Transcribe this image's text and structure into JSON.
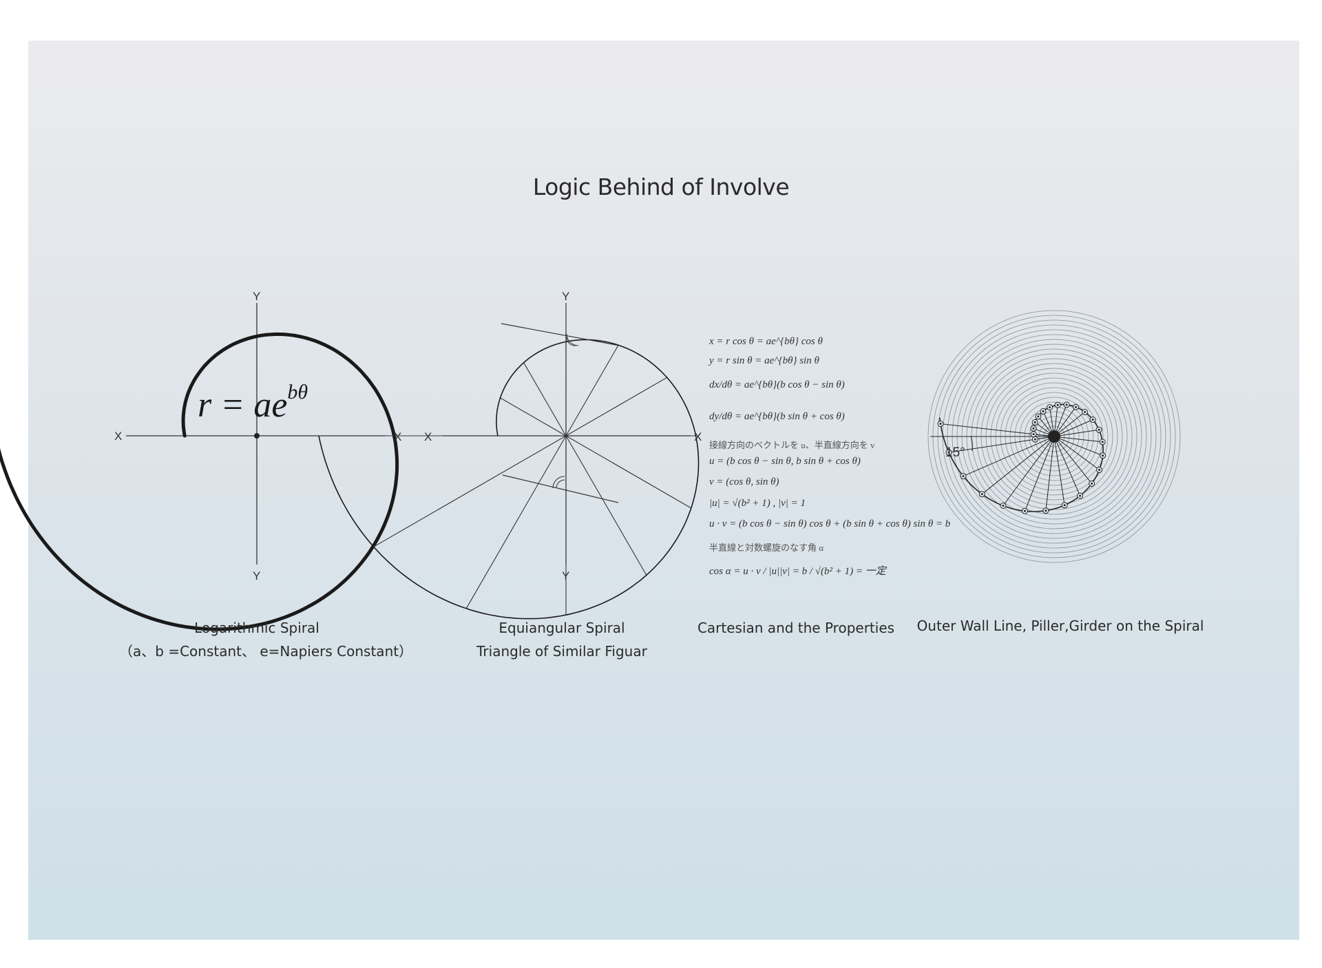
{
  "title": "Logic Behind of Involve",
  "figures": {
    "log_spiral": {
      "formula": "r = ae",
      "formula_exp": "bθ",
      "axis_x_left": "X",
      "axis_x_right": "X",
      "axis_y_top": "Y",
      "axis_y_bottom": "Y",
      "caption_line1": "Logarithmic Spiral",
      "caption_line2": "（a、b =Constant、 e=Napiers Constant）"
    },
    "equiangular": {
      "axis_x_left": "X",
      "axis_x_right": "X",
      "axis_y_top": "Y",
      "axis_y_bottom": "Y",
      "caption_line1": "Equiangular Spiral",
      "caption_line2": "Triangle of Similar Figuar"
    },
    "cartesian": {
      "equations": [
        "x = r cos θ = ae^{bθ} cos θ",
        "y = r sin θ = ae^{bθ} sin θ",
        "dx/dθ = ae^{bθ}(b cos θ − sin θ)",
        "dy/dθ = ae^{bθ}(b sin θ + cos θ)",
        "接線方向のベクトルを u、半直線方向を v",
        "u = (b cos θ − sin θ, b sin θ + cos θ)",
        "v = (cos θ, sin θ)",
        "|u| = √(b² + 1) , |v| = 1",
        "u · v = (b cos θ − sin θ) cos θ + (b sin θ + cos θ) sin θ = b",
        "半直線と対数螺旋のなす角 α",
        "cos α = u · v / |u||v| = b / √(b² + 1) = 一定"
      ],
      "caption": "Cartesian and the Properties"
    },
    "outer_wall": {
      "angle_label": "15°",
      "caption": "Outer Wall Line, Piller,Girder on the Spiral"
    }
  }
}
